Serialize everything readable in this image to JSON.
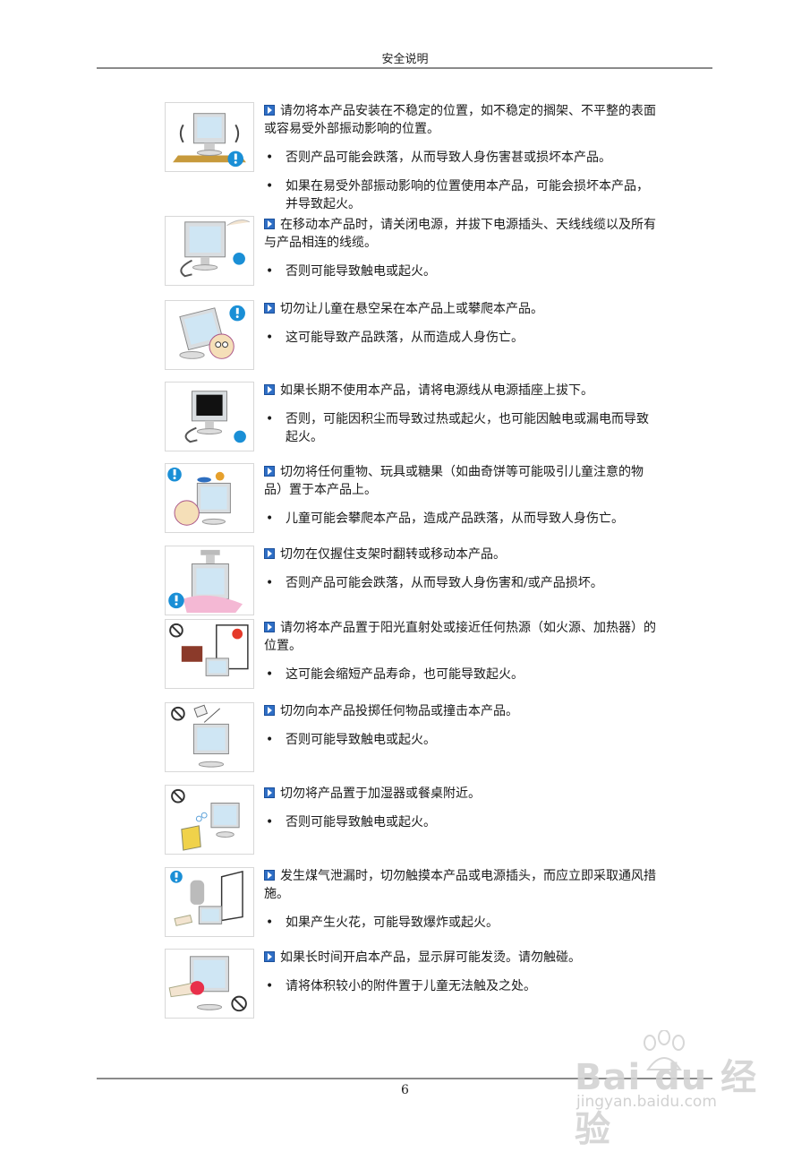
{
  "header": {
    "title": "安全说明"
  },
  "footer": {
    "page_number": "6"
  },
  "watermark": {
    "logo": "Bai du 经验",
    "url": "jingyan.baidu.com"
  },
  "items": [
    {
      "icon": "monitor-shaking-warning",
      "lead": "请勿将本产品安装在不稳定的位置，如不稳定的搁架、不平整的表面或容易受外部振动影响的位置。",
      "bullets": [
        "否则产品可能会跌落，从而导致人身伤害甚或损坏本产品。",
        "如果在易受外部振动影响的位置使用本产品，可能会损坏本产品，并导致起火。"
      ]
    },
    {
      "icon": "monitor-unplug",
      "lead": "在移动本产品时，请关闭电源，并拔下电源插头、天线线缆以及所有与产品相连的线缆。",
      "bullets": [
        "否则可能导致触电或起火。"
      ]
    },
    {
      "icon": "child-climbing-monitor-warning",
      "lead": "切勿让儿童在悬空呆在本产品上或攀爬本产品。",
      "bullets": [
        "这可能导致产品跌落，从而造成人身伤亡。"
      ]
    },
    {
      "icon": "monitor-unplug-idle",
      "lead": "如果长期不使用本产品，请将电源线从电源插座上拔下。",
      "bullets": [
        "否则，可能因积尘而导致过热或起火，也可能因触电或漏电而导致起火。"
      ]
    },
    {
      "icon": "objects-on-monitor-warning",
      "lead": "切勿将任何重物、玩具或糖果（如曲奇饼等可能吸引儿童注意的物品）置于本产品上。",
      "bullets": [
        "儿童可能会攀爬本产品，造成产品跌落，从而导致人身伤亡。"
      ]
    },
    {
      "icon": "hold-by-stand-warning",
      "lead": "切勿在仅握住支架时翻转或移动本产品。",
      "bullets": [
        "否则产品可能会跌落，从而导致人身伤害和/或产品损坏。"
      ]
    },
    {
      "icon": "heat-source-prohibited",
      "lead": "请勿将本产品置于阳光直射处或接近任何热源（如火源、加热器）的位置。",
      "bullets": [
        "这可能会缩短产品寿命，也可能导致起火。"
      ]
    },
    {
      "icon": "throw-objects-prohibited",
      "lead": "切勿向本产品投掷任何物品或撞击本产品。",
      "bullets": [
        "否则可能导致触电或起火。"
      ]
    },
    {
      "icon": "humidifier-prohibited",
      "lead": "切勿将产品置于加湿器或餐桌附近。",
      "bullets": [
        "否则可能导致触电或起火。"
      ]
    },
    {
      "icon": "gas-leak-warning",
      "lead": "发生煤气泄漏时，切勿触摸本产品或电源插头，而应立即采取通风措施。",
      "bullets": [
        "如果产生火花，可能导致爆炸或起火。"
      ]
    },
    {
      "icon": "hot-screen-prohibited",
      "lead": "如果长时间开启本产品，显示屏可能发烫。请勿触碰。",
      "bullets": [
        "请将体积较小的附件置于儿童无法触及之处。"
      ]
    }
  ],
  "bullet_glyph": "•",
  "colors": {
    "arrow": "#2f6fc6",
    "warning": "#1a8fd6",
    "rule": "#8a8a8a"
  }
}
